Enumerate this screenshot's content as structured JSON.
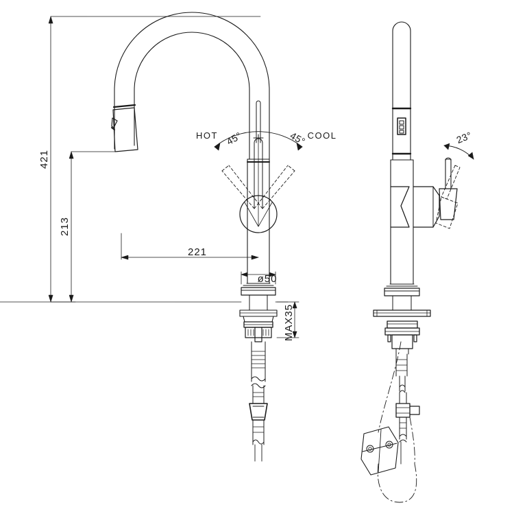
{
  "drawing": {
    "title": "Kitchen Faucet Technical Dimension Drawing",
    "background_color": "#ffffff",
    "line_color": "#1a1a1a",
    "views": [
      {
        "name": "front-view",
        "label": ""
      },
      {
        "name": "side-view",
        "label": ""
      }
    ]
  },
  "dimensions": {
    "overall_height": "421",
    "spout_height": "213",
    "reach": "221",
    "base_diameter": "ø50",
    "max_deck_thickness": "MAX35"
  },
  "labels": {
    "hot": "HOT",
    "cool": "COOL",
    "angle_hot": "45°",
    "angle_cool": "45°",
    "angle_side": "23°"
  },
  "units": {
    "system": "mm"
  }
}
